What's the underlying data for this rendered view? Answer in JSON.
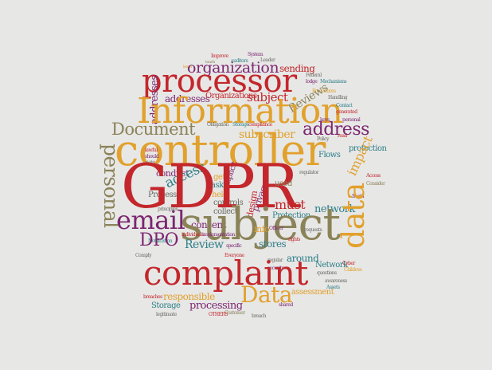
{
  "image": {
    "background_color": "#e7e7e6",
    "palette": {
      "red": "#c3272b",
      "orange": "#e1a12c",
      "purple": "#7c2670",
      "teal": "#2e7f88",
      "olive": "#8b8358",
      "gray": "#6a6a63",
      "magenta": "#b4387d"
    }
  },
  "words": {
    "gdpr": "GDPR",
    "controller": "controller",
    "processor": "processor",
    "subject": "subject",
    "complaint": "complaint",
    "information": "Information",
    "data_right": "data",
    "data_bottom": "Data",
    "email": "email",
    "personal": "personal",
    "address": "address",
    "document": "Document",
    "organization": "organization",
    "dpo": "DPO",
    "subscriber": "subscriber",
    "reviews": "Reviews",
    "review": "Review",
    "access": "access",
    "process": "Process",
    "storage": "Storage",
    "consent": "consent",
    "must": "must",
    "network_big": "network",
    "network_small": "Network",
    "flows": "Flows",
    "protection_small": "protection",
    "protection": "Protection",
    "impact": "impact",
    "addresses": "addresses",
    "organizations": "Organizations",
    "processing": "processing",
    "responsible": "responsible",
    "assessment": "assessment",
    "around": "around",
    "stores": "stores",
    "info": "info",
    "conduct": "conduct",
    "explicit": "explicit",
    "get": "get",
    "ask": "ask",
    "held": "held",
    "controls": "controls",
    "collect": "collect",
    "used": "used",
    "privacy": "privacy",
    "design": "design",
    "sending": "sending",
    "leader": "Leader",
    "system": "System",
    "improve": "Improve",
    "auditors": "auditors",
    "procedures": "Procedures",
    "mechanisms": "Mechanisms",
    "subject_small": "subject",
    "federal": "Federal",
    "policy": "Policy",
    "handling": "Handling",
    "officer": "Officer",
    "rights": "rights",
    "principles": "principles",
    "legitimate": "legitimate",
    "comply": "Comply",
    "breaches": "breaches",
    "customer": "Customer",
    "others": "OTHERS",
    "regulator": "regulator",
    "cyber": "Cyber",
    "children": "Children",
    "assets": "Assets",
    "contact": "Contact",
    "request": "request",
    "certain": "certain",
    "personal_small": "personal",
    "generated": "generated",
    "obligation": "Obligation",
    "notification": "Notification",
    "security": "security",
    "requests": "requests",
    "begin": "Begin",
    "access_small": "Access",
    "consider": "Consider",
    "controllers": "controllers",
    "individuals": "individuals",
    "implementation": "implementation",
    "organisation": "organisation",
    "breach": "breach",
    "awareness": "awareness",
    "questions": "questions",
    "shared": "shared",
    "regular": "regular",
    "specific": "specific",
    "everyone": "Everyone",
    "main": "main",
    "right": "right",
    "lawful": "lawful",
    "necessary": "necessary",
    "compliance": "compliance",
    "touch": "touch",
    "learn": "learn",
    "lodge": "lodge",
    "authority": "authority",
    "keys": "keys",
    "read": "read",
    "should": "should",
    "reform": "Reform"
  }
}
